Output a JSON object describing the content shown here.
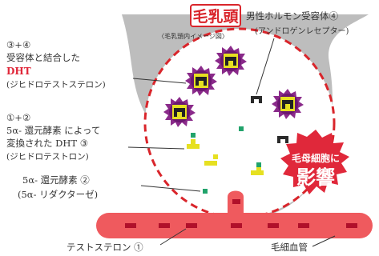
{
  "title": "毛乳頭",
  "subtitle": "〈毛乳頭内イメージ図〉",
  "receptor_label": {
    "line1": "男性ホルモン受容体④",
    "line2": "(アンドロゲンレセプター)"
  },
  "dht_bound_label": {
    "line1": "③+④",
    "line2": "受容体と結合した",
    "line3": "DHT",
    "line4": "(ジヒドロテストステロン)"
  },
  "dht_convert_label": {
    "line1": "①+②",
    "line2": "5α- 還元酵素 によって",
    "line3": "変換された DHT ③",
    "line4": "(ジヒドロテストロン)"
  },
  "enzyme_label": {
    "line1": "5α- 還元酵素 ②",
    "line2": "(5α- リダクターゼ)"
  },
  "testosterone_label": "テストステロン ①",
  "capillary_label": "毛細血管",
  "badge": {
    "line1": "毛母細胞に",
    "line2": "影響"
  },
  "colors": {
    "title_red": "#d9252b",
    "dht_red": "#e0283a",
    "hair_bulb_gray": "#bdbdbd",
    "vessel_red": "#ef5a5e",
    "enzyme_green": "#21a36b",
    "dht_yellow": "#e6e021",
    "receptor_dark": "#2a2a2a",
    "complex_purple": "#7e1b7c"
  },
  "icons": [
    "complex-icon",
    "receptor-icon",
    "dht-icon",
    "enzyme-icon",
    "vessel-cell-icon",
    "leader-line"
  ]
}
